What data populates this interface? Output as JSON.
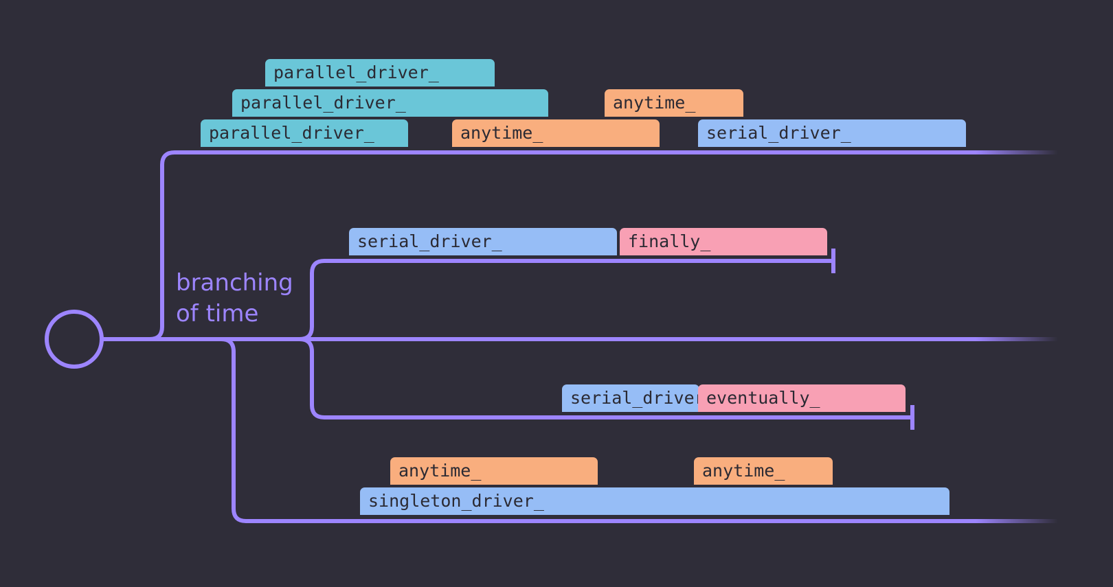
{
  "diagram": {
    "caption": [
      "branching",
      "of time"
    ],
    "colors": {
      "background": "#2f2d39",
      "line": "#9d85ff",
      "parallel": "#6ac6d8",
      "anytime": "#f9ae7e",
      "serial": "#96bdf6",
      "finally": "#f8a0b4"
    },
    "tags": {
      "parallel_a": "parallel_driver_",
      "parallel_b": "parallel_driver_",
      "parallel_c": "parallel_driver_",
      "anytime_a": "anytime_",
      "anytime_b": "anytime_",
      "serial_a": "serial_driver_",
      "serial_b": "serial_driver_",
      "finally": "finally_",
      "serial_c": "serial_driver_",
      "eventually": "eventually_",
      "anytime_c": "anytime_",
      "anytime_d": "anytime_",
      "singleton": "singleton_driver_"
    }
  }
}
